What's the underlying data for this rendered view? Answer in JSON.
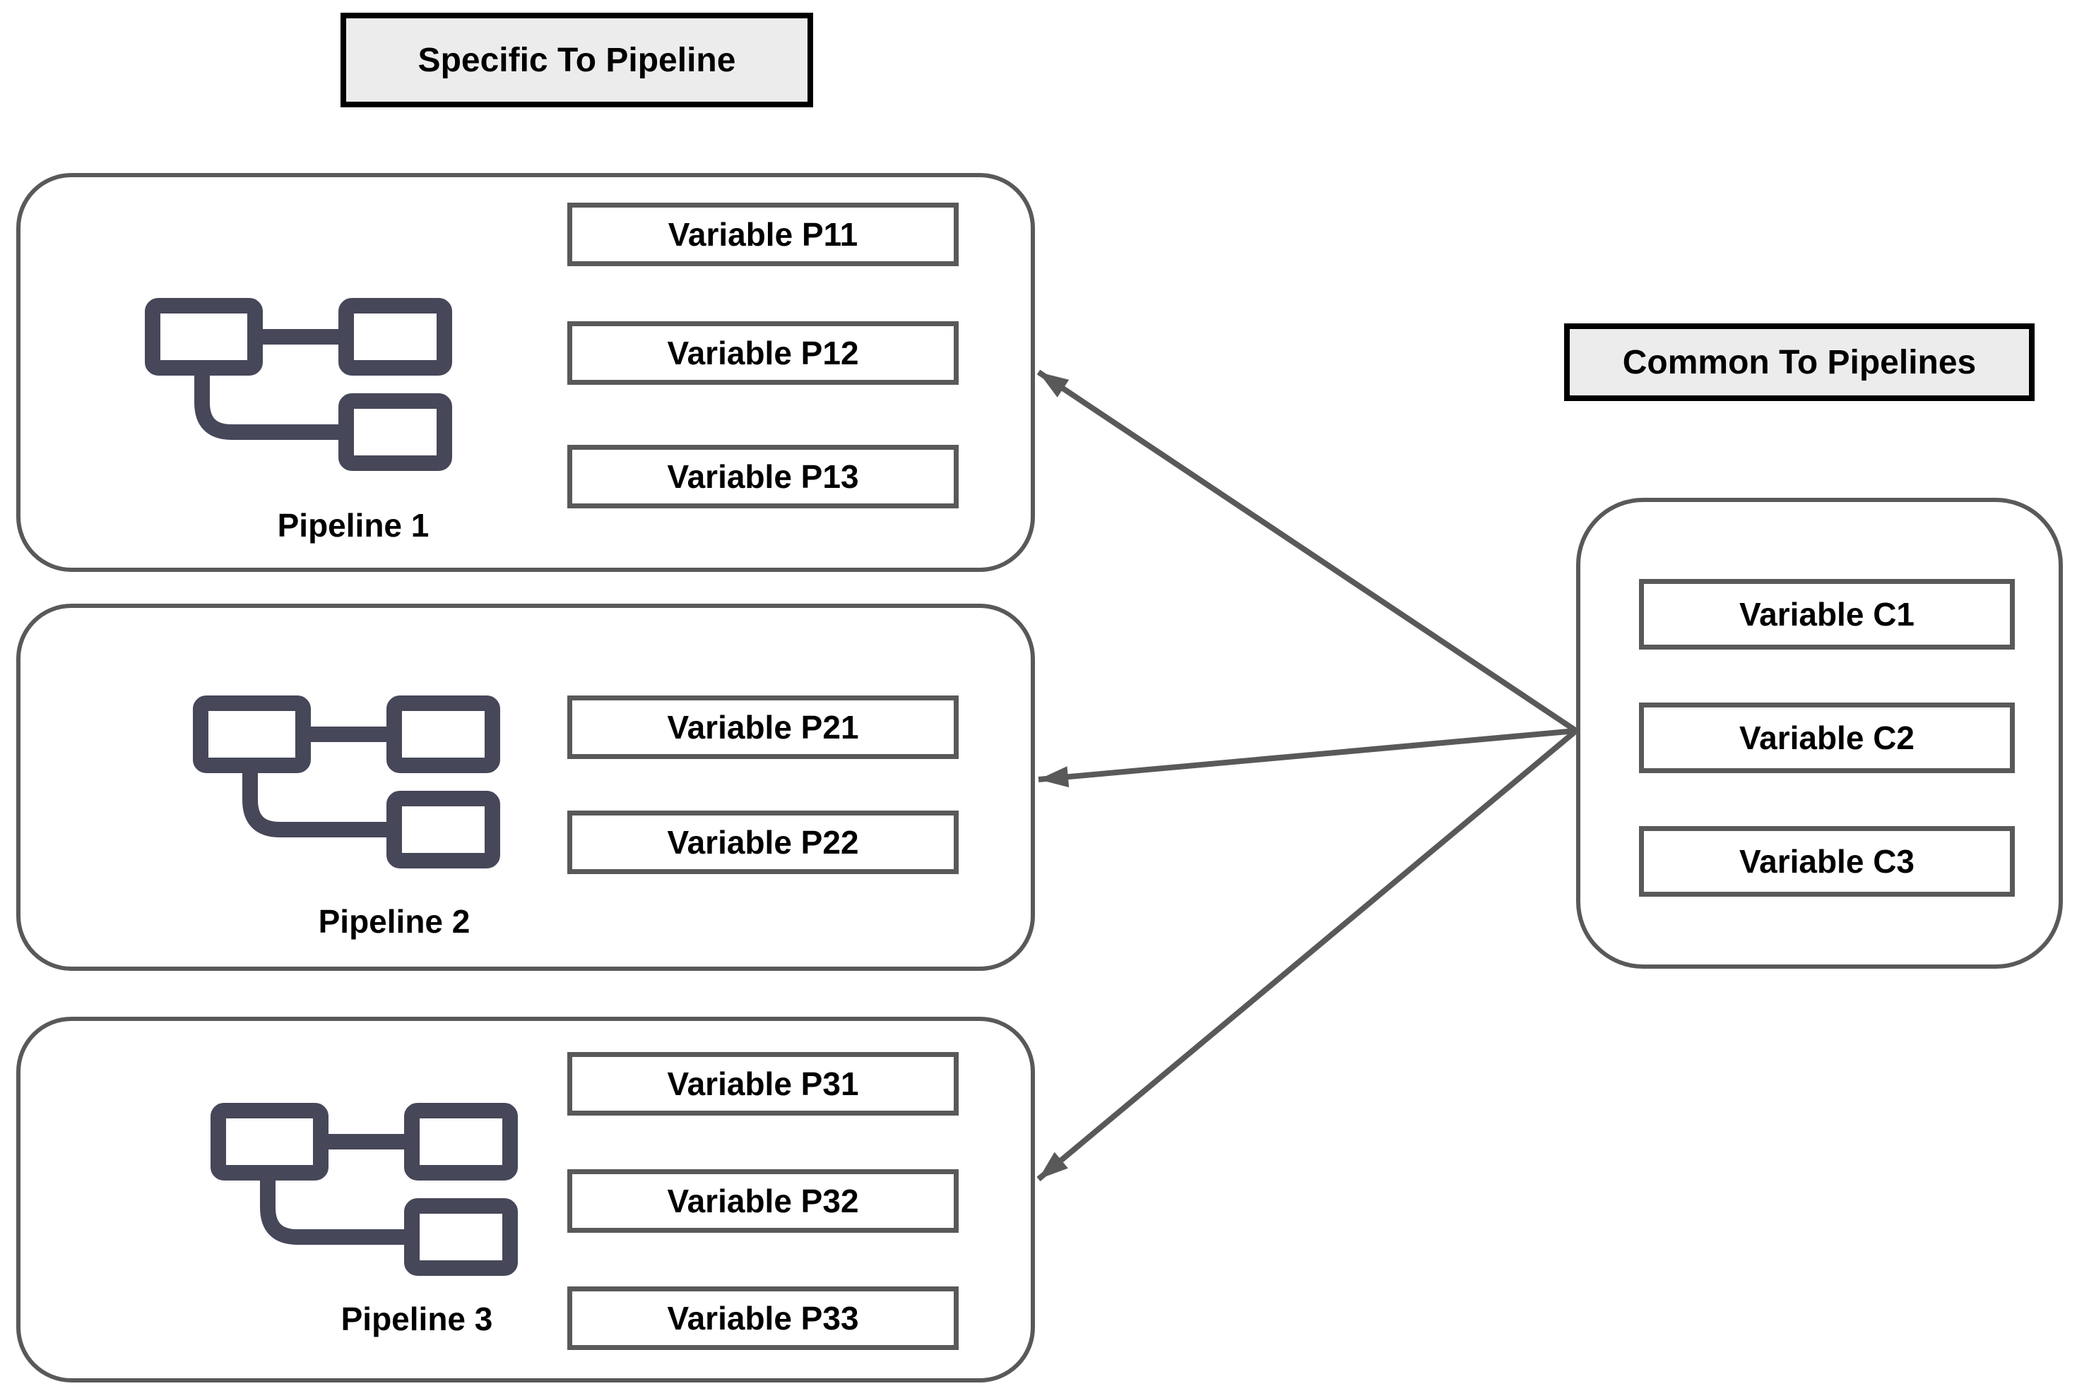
{
  "diagram": {
    "left_group_title": "Specific To Pipeline",
    "right_group_title": "Common To Pipelines",
    "pipelines": [
      {
        "label": "Pipeline 1",
        "variables": [
          "Variable P11",
          "Variable P12",
          "Variable P13"
        ]
      },
      {
        "label": "Pipeline 2",
        "variables": [
          "Variable P21",
          "Variable P22"
        ]
      },
      {
        "label": "Pipeline 3",
        "variables": [
          "Variable P31",
          "Variable P32",
          "Variable P33"
        ]
      }
    ],
    "common": {
      "variables": [
        "Variable C1",
        "Variable C2",
        "Variable C3"
      ]
    },
    "icons": {
      "pipeline_icon": "flowchart-nodes-icon"
    },
    "colors": {
      "background": "#ffffff",
      "box_border": "#595959",
      "title_fill": "#ececec",
      "title_border": "#000000",
      "icon": "#47475a",
      "arrow": "#595959",
      "text": "#000000"
    }
  }
}
